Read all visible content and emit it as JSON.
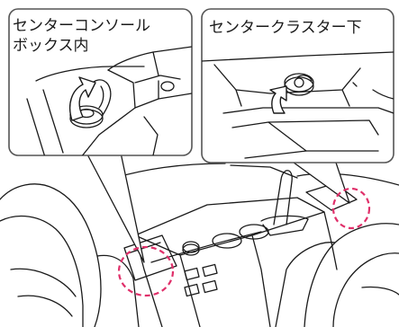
{
  "callouts": {
    "left": {
      "label": "センターコンソール\nボックス内"
    },
    "right": {
      "label": "センタークラスター下"
    }
  },
  "colors": {
    "line": "#1a1a1a",
    "frame": "#666666",
    "highlight_circle": "#e0306a",
    "arrow_fill": "#ffffff",
    "background": "#ffffff"
  },
  "icons": [
    "curved-arrow-icon",
    "socket-cap-icon",
    "dashed-circle-marker"
  ]
}
